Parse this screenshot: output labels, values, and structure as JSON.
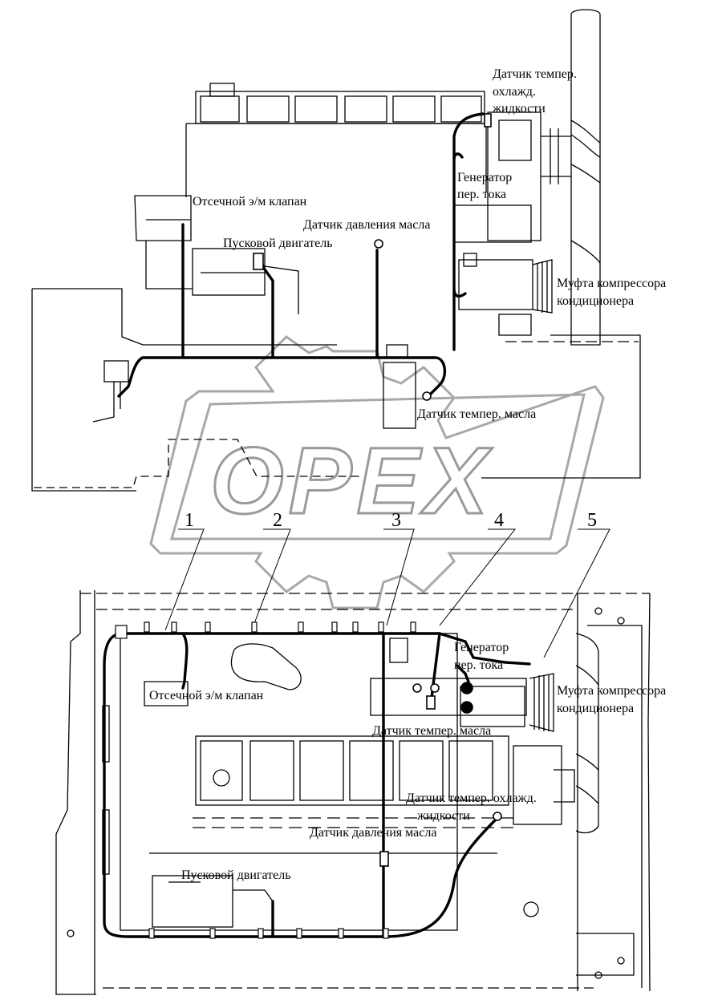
{
  "watermark": "OPEX",
  "top_view": {
    "labels": {
      "coolant_temp_sensor_1": "Датчик темпер.",
      "coolant_temp_sensor_2": "охлажд.",
      "coolant_temp_sensor_3": "жидкости",
      "generator_1": "Генератор",
      "generator_2": "пер. тока",
      "shutoff_valve": "Отсечной э/м клапан",
      "oil_pressure_sensor": "Датчик давления масла",
      "starter_engine": "Пусковой двигатель",
      "ac_clutch_1": "Муфта компрессора",
      "ac_clutch_2": "кондиционера",
      "oil_temp_sensor": "Датчик темпер. масла"
    }
  },
  "callouts": [
    "1",
    "2",
    "3",
    "4",
    "5"
  ],
  "bottom_view": {
    "labels": {
      "generator_1": "Генератор",
      "generator_2": "пер. тока",
      "ac_clutch_1": "Муфта компрессора",
      "ac_clutch_2": "кондиционера",
      "shutoff_valve": "Отсечной э/м клапан",
      "oil_temp_sensor": "Датчик темпер. масла",
      "coolant_temp_sensor_1": "Датчик темпер. охлажд.",
      "coolant_temp_sensor_2": "жидкости",
      "oil_pressure_sensor": "Датчик давления масла",
      "starter_engine": "Пусковой двигатель"
    }
  }
}
